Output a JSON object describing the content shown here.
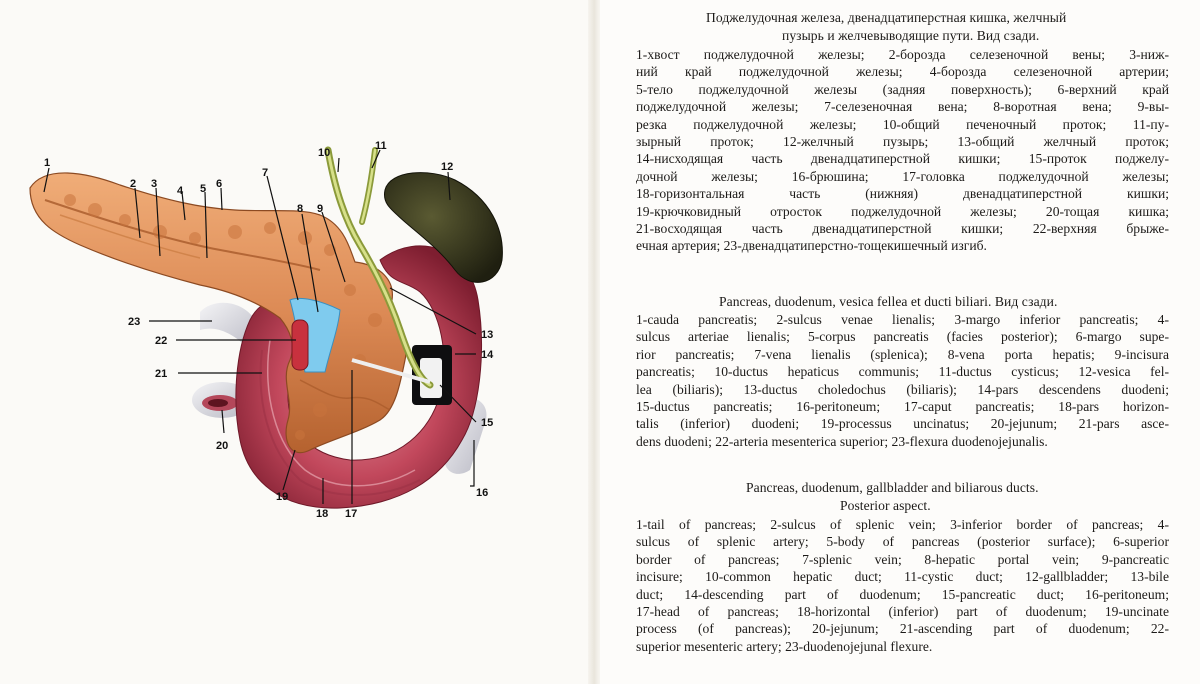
{
  "figure": {
    "labels": [
      "1",
      "2",
      "3",
      "4",
      "5",
      "6",
      "7",
      "8",
      "9",
      "10",
      "11",
      "12",
      "13",
      "14",
      "15",
      "16",
      "17",
      "18",
      "19",
      "20",
      "21",
      "22",
      "23"
    ]
  },
  "ru": {
    "title_lines": [
      "Поджелудочная железа, двенадцатиперстная кишка, желчный",
      "пузырь и желчевыводящие пути. Вид сзади."
    ],
    "legend_lines": [
      "1-хвост поджелудочной железы; 2-борозда селезеночной вены; 3-ниж-",
      "ний край поджелудочной железы; 4-борозда селезеночной артерии;",
      "5-тело поджелудочной железы (задняя поверхность); 6-верхний край",
      "поджелудочной железы; 7-селезеночная вена; 8-воротная вена; 9-вы-",
      "резка поджелудочной железы; 10-общий печеночный проток; 11-пу-",
      "зырный проток; 12-желчный пузырь; 13-общий желчный проток;",
      "14-нисходящая часть двенадцатиперстной кишки; 15-проток поджелу-",
      "дочной железы; 16-брюшина; 17-головка поджелудочной железы;",
      "18-горизонтальная часть (нижняя) двенадцатиперстной кишки;",
      "19-крючковидный отросток поджелудочной железы; 20-тощая кишка;",
      "21-восходящая часть двенадцатиперстной кишки; 22-верхняя брыже-",
      "ечная артерия; 23-двенадцатиперстно-тощекишечный изгиб."
    ]
  },
  "la": {
    "title": "Pancreas, duodenum, vesica fellea et ducti biliari. Вид сзади.",
    "legend_lines": [
      "1-cauda pancreatis; 2-sulcus venae lienalis; 3-margo inferior pancreatis; 4-",
      "sulcus arteriae lienalis; 5-corpus pancreatis (facies posterior); 6-margo supe-",
      "rior pancreatis; 7-vena lienalis (splenica); 8-vena porta hepatis; 9-incisura",
      "pancreatis; 10-ductus hepaticus communis; 11-ductus cysticus; 12-vesica fel-",
      "lea (biliaris); 13-ductus choledochus (biliaris); 14-pars descendens duodeni;",
      "15-ductus pancreatis; 16-peritoneum; 17-caput pancreatis; 18-pars horizon-",
      "talis (inferior) duodeni; 19-processus uncinatus; 20-jejunum; 21-pars asce-",
      "dens duodeni; 22-arteria mesenterica superior; 23-flexura duodenojejunalis."
    ]
  },
  "en": {
    "title_lines": [
      "Pancreas, duodenum, gallbladder and biliarous ducts.",
      "Posterior aspect."
    ],
    "legend_lines": [
      "1-tail of pancreas; 2-sulcus of splenic vein; 3-inferior border of pancreas; 4-",
      "sulcus of splenic artery; 5-body of pancreas (posterior surface); 6-superior",
      "border of pancreas; 7-splenic vein; 8-hepatic portal vein; 9-pancreatic",
      "incisure; 10-common hepatic duct; 11-cystic duct; 12-gallbladder; 13-bile",
      "duct; 14-descending part of duodenum; 15-pancreatic duct; 16-peritoneum;",
      "17-head of pancreas; 18-horizontal (inferior) part of duodenum; 19-uncinate",
      "process (of pancreas); 20-jejunum; 21-ascending part of duodenum; 22-",
      "superior mesenteric artery; 23-duodenojejunal flexure."
    ]
  }
}
